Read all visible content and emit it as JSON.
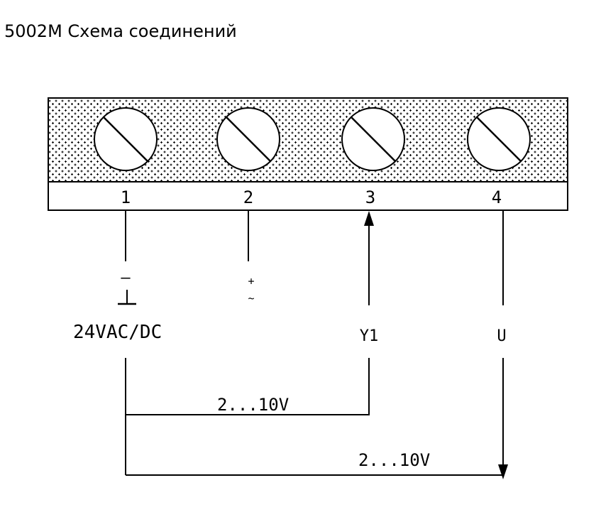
{
  "title": "5002M Схема соединений",
  "terminals": [
    {
      "number": "1"
    },
    {
      "number": "2"
    },
    {
      "number": "3"
    },
    {
      "number": "4"
    }
  ],
  "supply": {
    "minus_symbol": "–",
    "plus_symbol": "+",
    "tilde_symbol": "~",
    "label": "24VAC/DC"
  },
  "signals": {
    "y1_label": "Y1",
    "u_label": "U",
    "y1_range": "2...10V",
    "u_range": "2...10V"
  }
}
